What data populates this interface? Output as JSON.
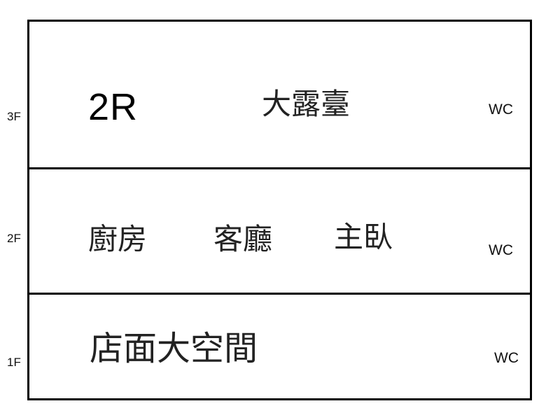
{
  "floors": [
    {
      "level": "3F",
      "rooms": [
        "2R",
        "大露臺"
      ],
      "wc": "WC"
    },
    {
      "level": "2F",
      "rooms": [
        "廚房",
        "客廳",
        "主臥"
      ],
      "wc": "WC"
    },
    {
      "level": "1F",
      "rooms": [
        "店面大空間"
      ],
      "wc": "WC"
    }
  ]
}
